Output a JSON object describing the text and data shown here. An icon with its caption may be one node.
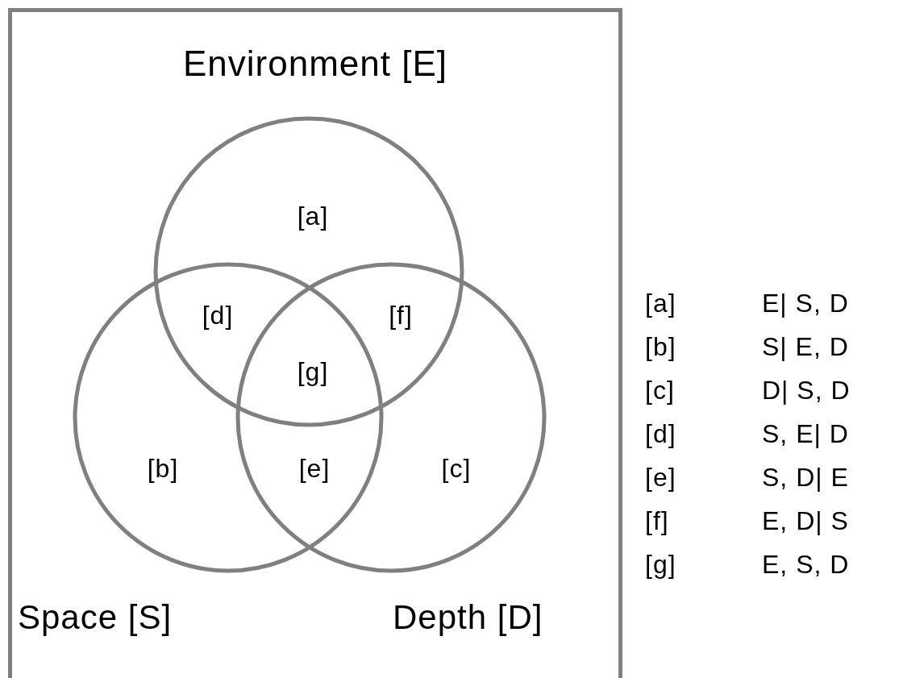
{
  "diagram": {
    "nodes": [
      {
        "text": [
          "Environment [E]"
        ]
      },
      {
        "text": [],
        "shape": "circle",
        "in": 0
      },
      {
        "text": [],
        "shape": "circle",
        "in": 0
      },
      {
        "text": [],
        "shape": "circle",
        "in": 0
      }
    ],
    "labels": [
      "[a]",
      "[d]",
      "[f]",
      "[g]",
      "[b]",
      "[e]",
      "[c]",
      "Space [S]",
      "Depth [D]",
      "[a]",
      "E| S, D",
      "[b]",
      "S| E, D",
      "[c]",
      "D| S, D",
      "[d]",
      "S, E| D",
      "[e]",
      "S, D| E",
      "[f]",
      "E, D| S",
      "[g]",
      "E, S, D"
    ]
  }
}
